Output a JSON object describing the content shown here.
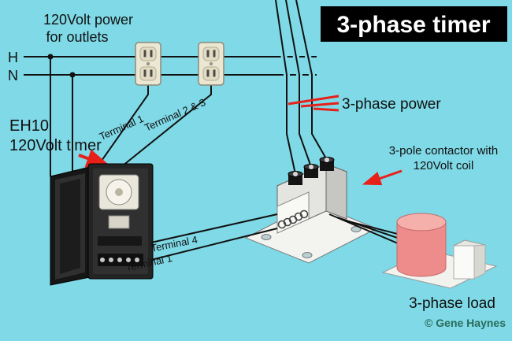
{
  "colors": {
    "background": "#7fd9e6",
    "title_bg": "#000000",
    "title_text": "#ffffff",
    "wire": "#111111",
    "callout_red": "#e8201a",
    "load_pink": "#ee8c8c",
    "outlet_cream": "#ece7d3",
    "timer_black": "#242424",
    "contactor_white": "#ededea",
    "copyright_green": "#2a6b5b"
  },
  "title_banner": {
    "text": "3-phase timer"
  },
  "outlets_note": {
    "line1": "120Volt power",
    "line2": "for outlets"
  },
  "power_lines": {
    "hot_label": "H",
    "neutral_label": "N"
  },
  "timer": {
    "model": "EH10",
    "description": "120Volt timer"
  },
  "wire_labels": {
    "terminal_2_3": "Terminal 2 & 3",
    "terminal_1_upper": "Terminal 1",
    "terminal_4": "Terminal 4",
    "terminal_1_lower": "Terminal 1"
  },
  "three_phase": {
    "power_label": "3-phase power",
    "contactor_note_line1": "3-pole contactor with",
    "contactor_note_line2": "120Volt coil",
    "load_label": "3-phase load"
  },
  "footer": {
    "copyright": "© Gene Haynes"
  }
}
